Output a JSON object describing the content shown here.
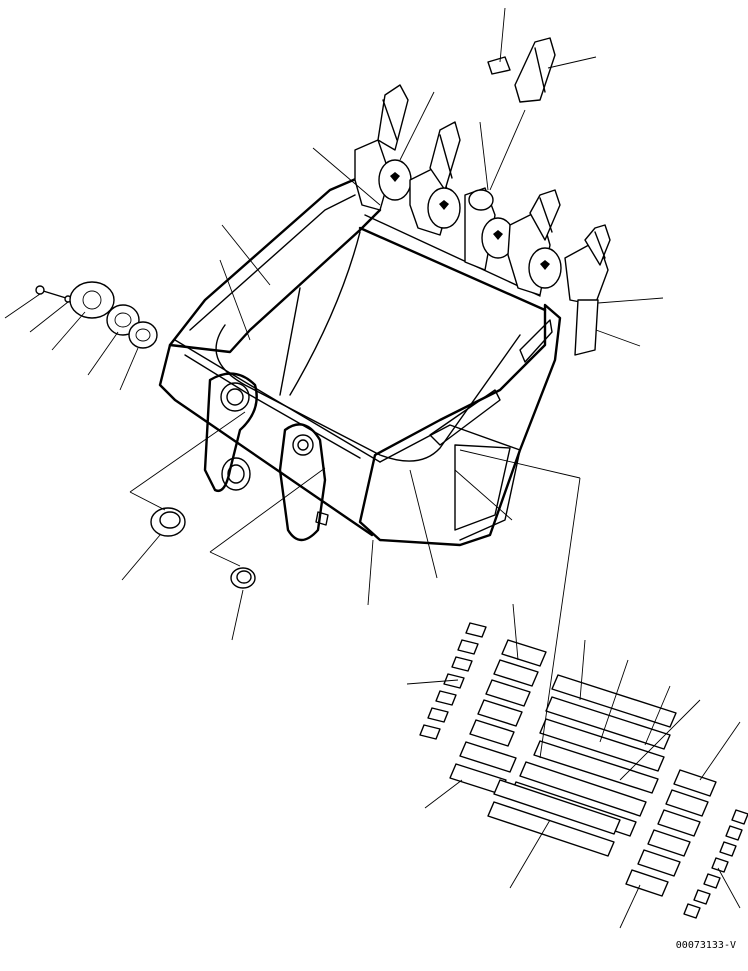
{
  "drawing": {
    "figure_id": "00073133-V",
    "subject": "excavator-bucket-exploded-view"
  },
  "colors": {
    "ink": "#000000",
    "paper": "#ffffff"
  },
  "icons": [
    "bucket-assembly",
    "tooth-tip",
    "tooth-adapter",
    "side-cutter",
    "boss-plate",
    "shim",
    "bolt",
    "cap",
    "wear-plate"
  ]
}
